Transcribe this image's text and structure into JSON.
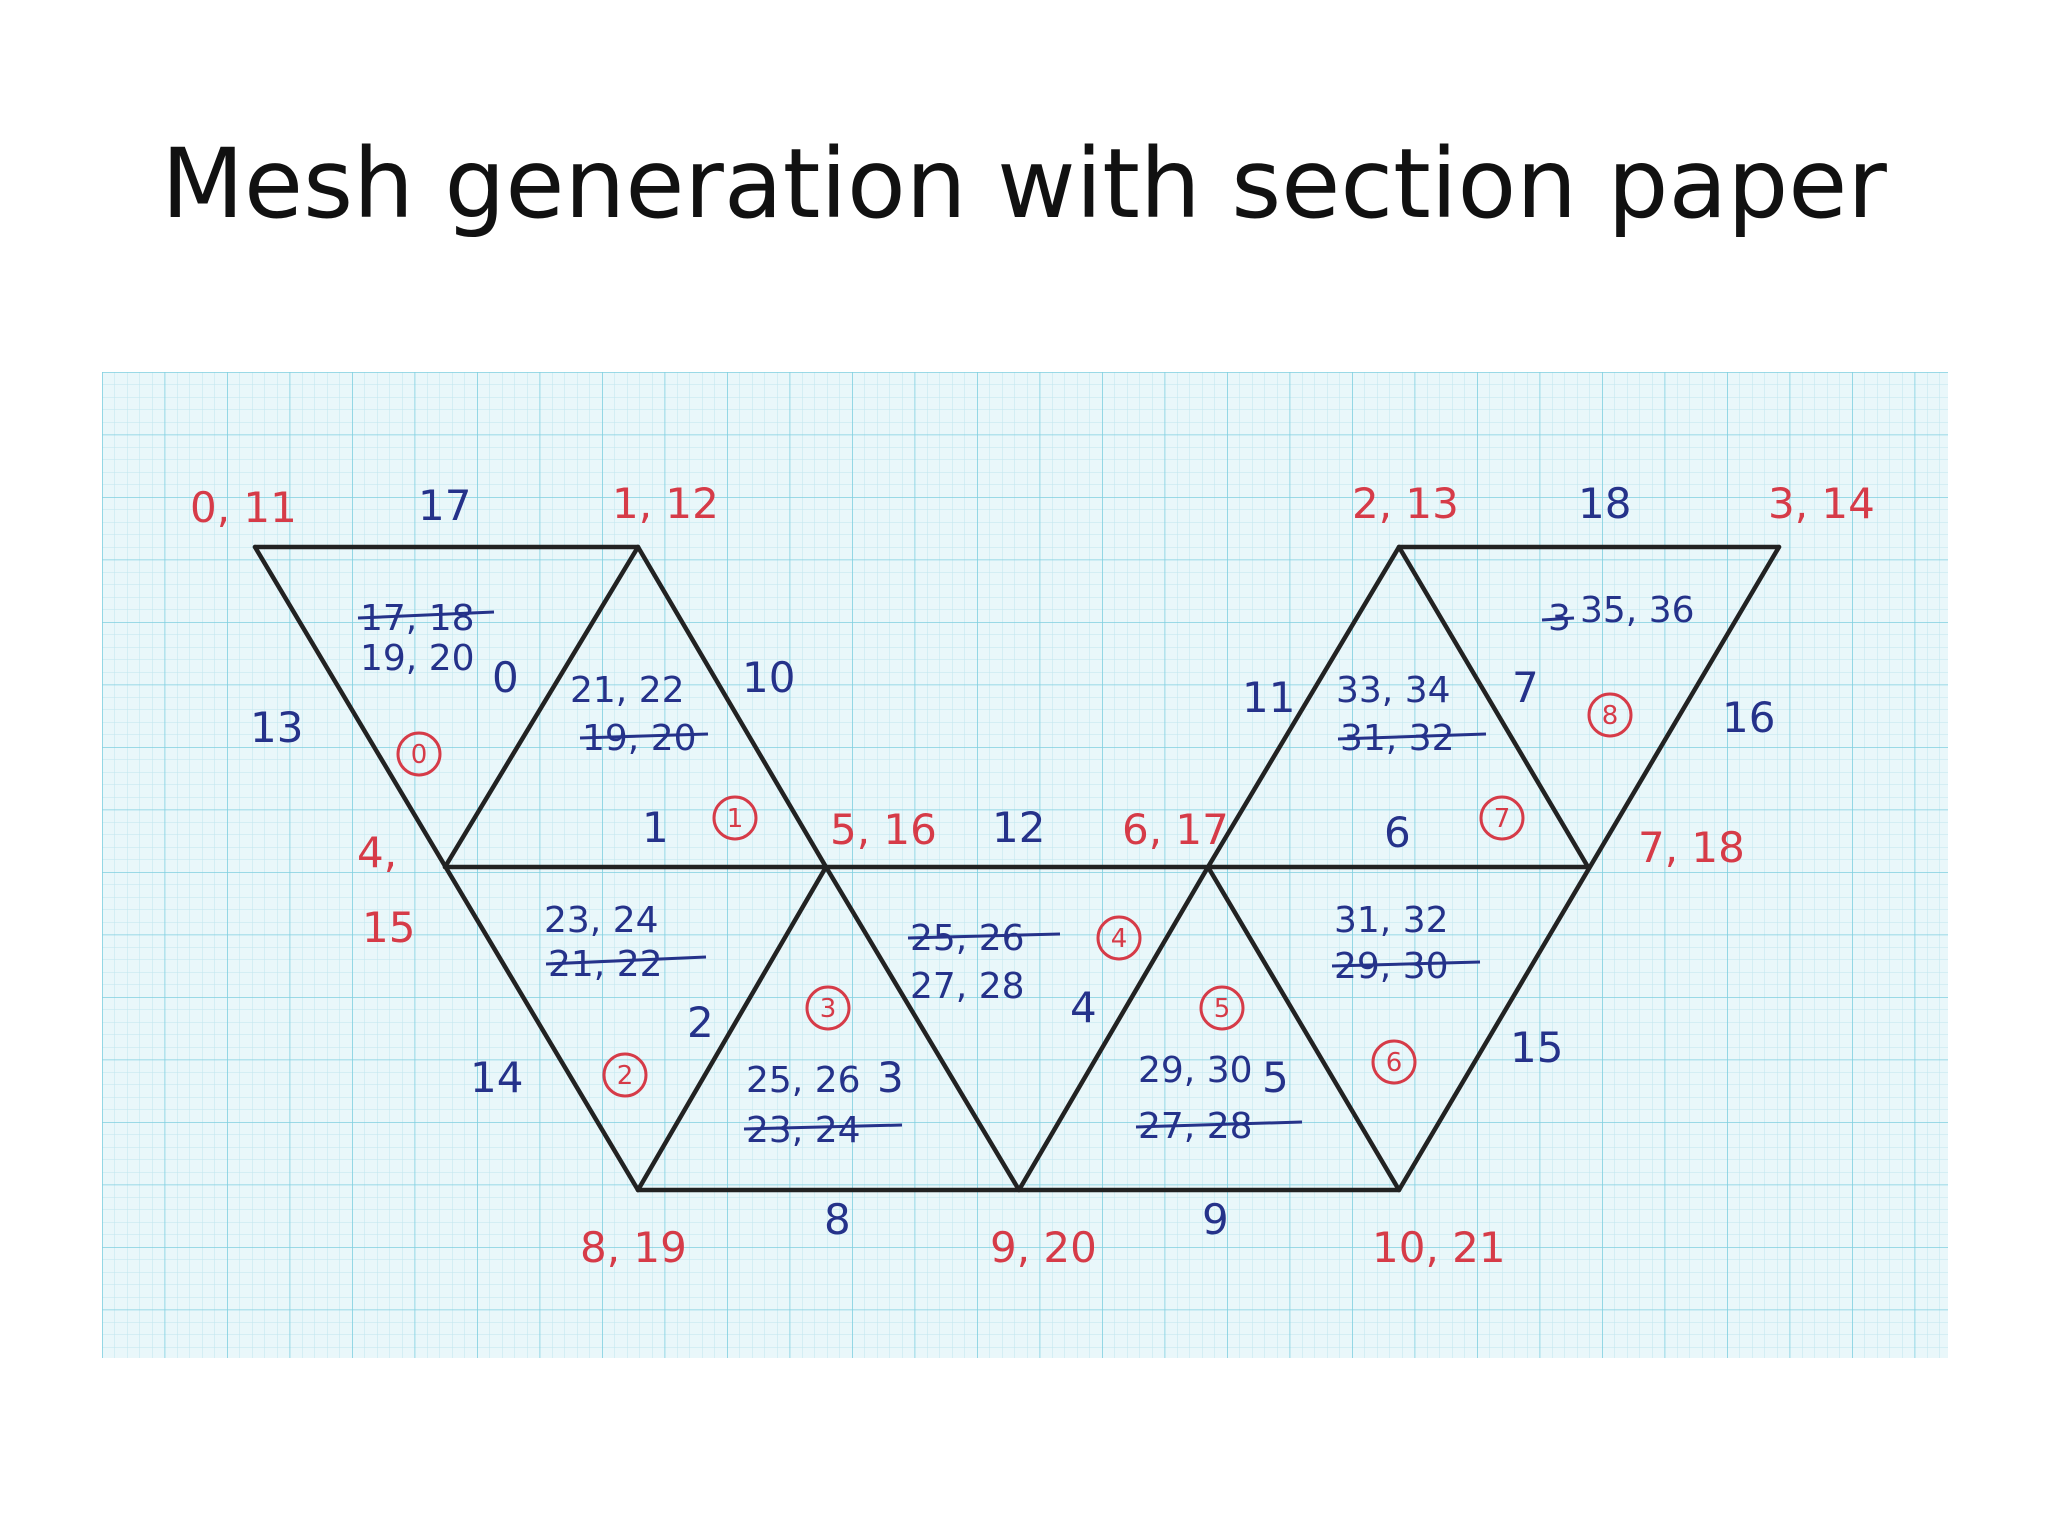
{
  "title": "Mesh generation with section paper",
  "colors": {
    "paper": "#e9f7fa",
    "grid_fine": "#bfe6ee",
    "grid_major": "#7fcfe0",
    "edge": "#222222",
    "node_ink": "#d63b48",
    "element_ink": "#25328a"
  },
  "nodes": [
    "0, 11",
    "1, 12",
    "2, 13",
    "3, 14",
    "4,",
    "15",
    "5, 16",
    "6, 17",
    "7, 18",
    "8, 19",
    "9, 20",
    "10, 21"
  ],
  "edges": [
    "17",
    "18",
    "13",
    "0",
    "10",
    "11",
    "7",
    "16",
    "1",
    "12",
    "6",
    "2",
    "3",
    "4",
    "5",
    "14",
    "15",
    "8",
    "9"
  ],
  "elements": [
    "0",
    "1",
    "2",
    "3",
    "4",
    "5",
    "6",
    "7",
    "8"
  ],
  "element_lists": {
    "e0": {
      "struck": "17, 18",
      "current": "19, 20"
    },
    "e1": {
      "current": "21, 22",
      "struck": "19, 20"
    },
    "e2": {
      "current": "23, 24",
      "struck": "21, 22"
    },
    "e3": {
      "current": "25, 26",
      "struck": "23, 24"
    },
    "e4": {
      "struck": "25, 26",
      "current": "27, 28"
    },
    "e5": {
      "current": "29, 30",
      "struck": "27, 28"
    },
    "e6": {
      "current": "31, 32",
      "struck": "29, 30"
    },
    "e7": {
      "current": "33, 34",
      "struck": "31, 32"
    },
    "e8": {
      "struck": "3",
      "current": "35, 36"
    }
  }
}
